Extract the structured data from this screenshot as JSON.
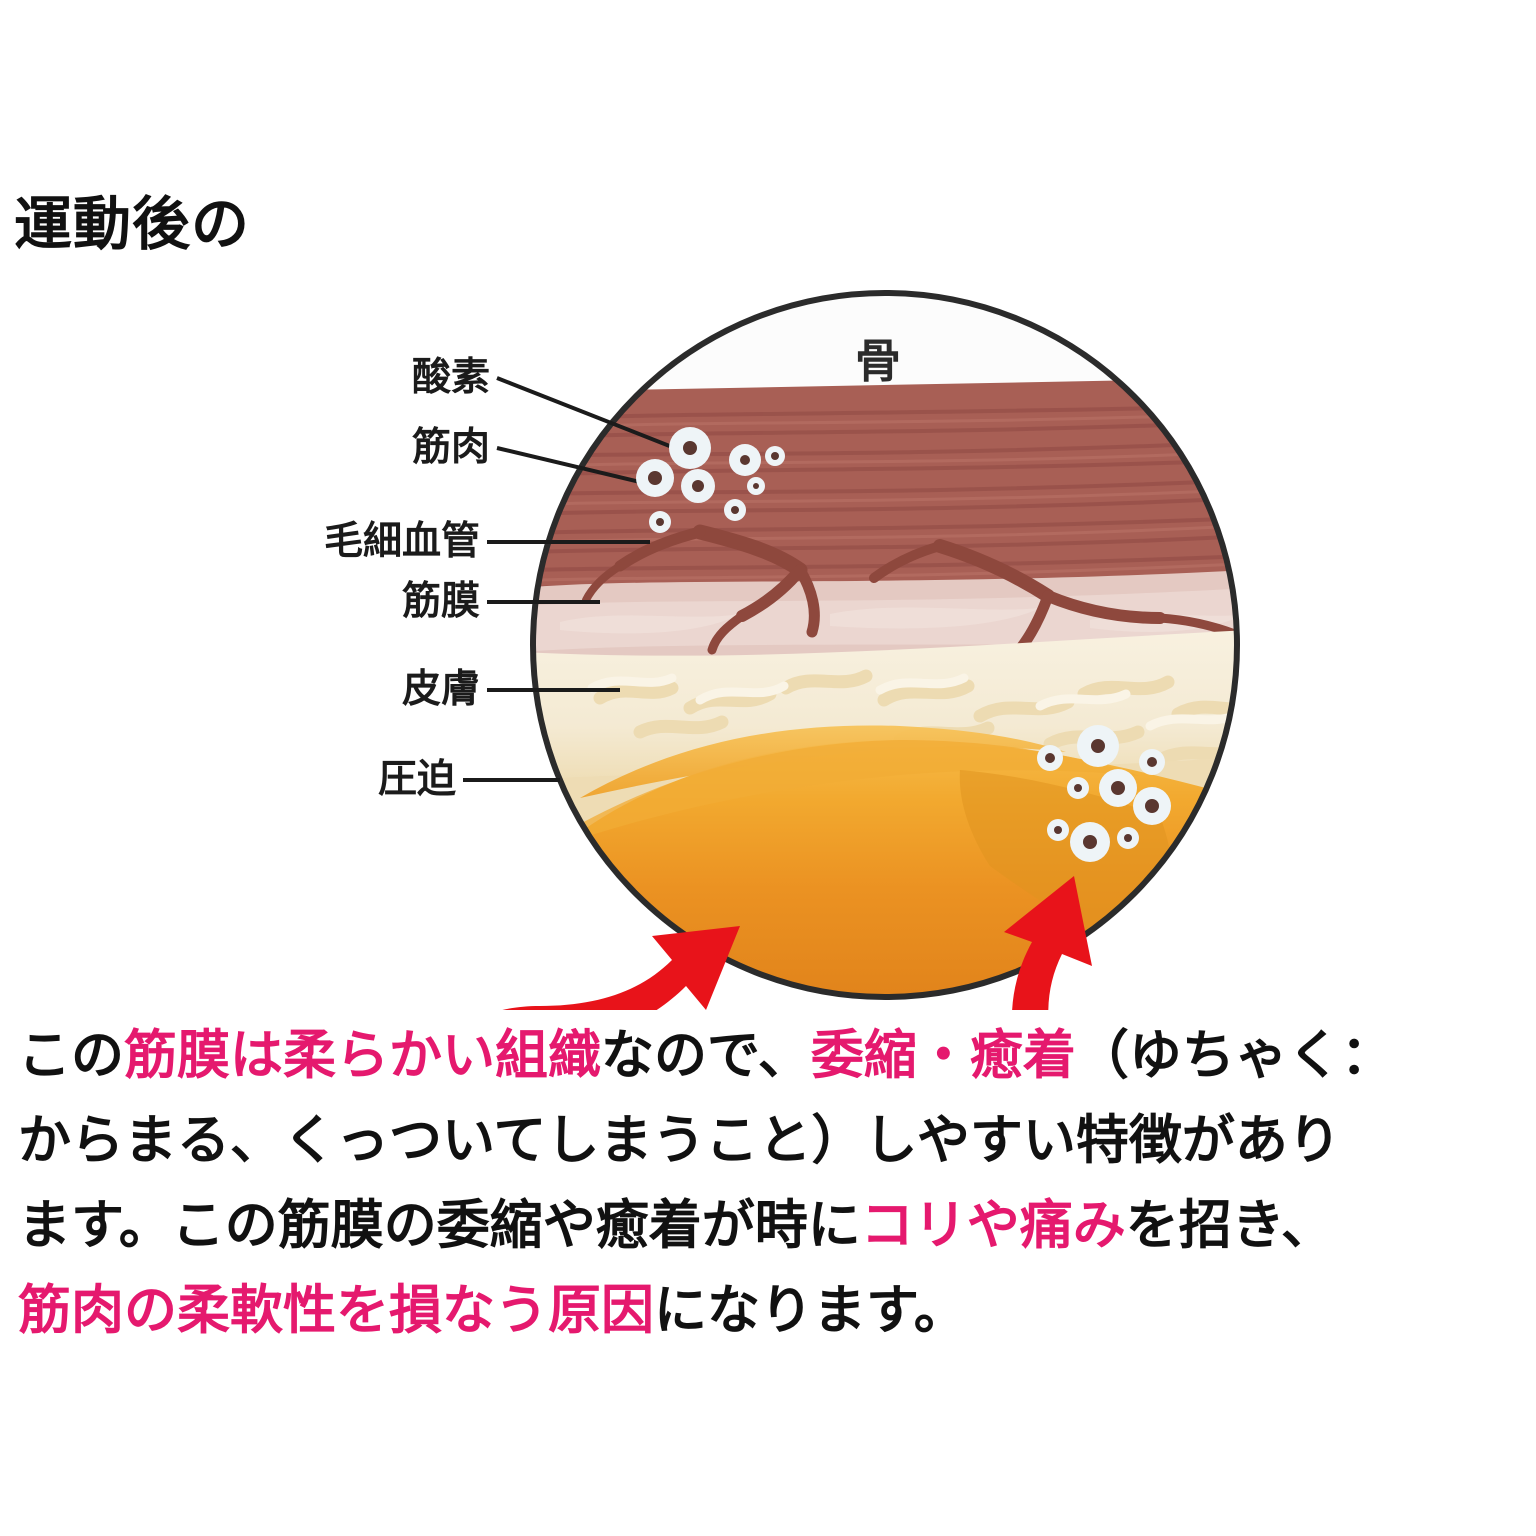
{
  "title": "運動後の",
  "diagram": {
    "circle_label": "骨",
    "labels": [
      {
        "id": "oxygen",
        "text": "酸素"
      },
      {
        "id": "muscle",
        "text": "筋肉"
      },
      {
        "id": "capillary",
        "text": "毛細血管"
      },
      {
        "id": "fascia",
        "text": "筋膜"
      },
      {
        "id": "skin",
        "text": "皮膚"
      },
      {
        "id": "compression",
        "text": "圧迫"
      }
    ],
    "layers": [
      {
        "name": "bone",
        "color": "#fbfbfb"
      },
      {
        "name": "muscle",
        "color": "#a75d53"
      },
      {
        "name": "fascia",
        "color": "#e8cec7"
      },
      {
        "name": "skin",
        "color": "#f6efdc"
      },
      {
        "name": "subcutis",
        "color": "#eedcb4"
      },
      {
        "name": "roller",
        "color": "#eea02a"
      },
      {
        "name": "floor",
        "color": "#8a8a7e"
      }
    ],
    "colors": {
      "arrow_red": "#e8131a",
      "outline": "#2b2b2b",
      "capillary": "#8c463c",
      "oxygen_bubble": "#eef4f7",
      "oxygen_core": "#5a3730",
      "roller_top": "#f3b13a",
      "roller_body": "#e98b1e"
    }
  },
  "paragraph": {
    "lines": [
      [
        {
          "t": "この",
          "c": "black"
        },
        {
          "t": "筋膜は柔らかい組織",
          "c": "pink"
        },
        {
          "t": "なので、",
          "c": "black"
        },
        {
          "t": "委縮・癒着",
          "c": "pink"
        },
        {
          "t": "（ゆちゃく：",
          "c": "black"
        }
      ],
      [
        {
          "t": "からまる、くっついてしまうこと）しやすい特徴があり",
          "c": "black"
        }
      ],
      [
        {
          "t": "ます。この筋膜の委縮や癒着が時に",
          "c": "black"
        },
        {
          "t": "コリや痛み",
          "c": "pink"
        },
        {
          "t": "を招き、",
          "c": "black"
        }
      ],
      [
        {
          "t": "筋肉の柔軟性を損なう原因",
          "c": "pink"
        },
        {
          "t": "になります。",
          "c": "black"
        }
      ]
    ],
    "accent_color": "#e5196e"
  }
}
